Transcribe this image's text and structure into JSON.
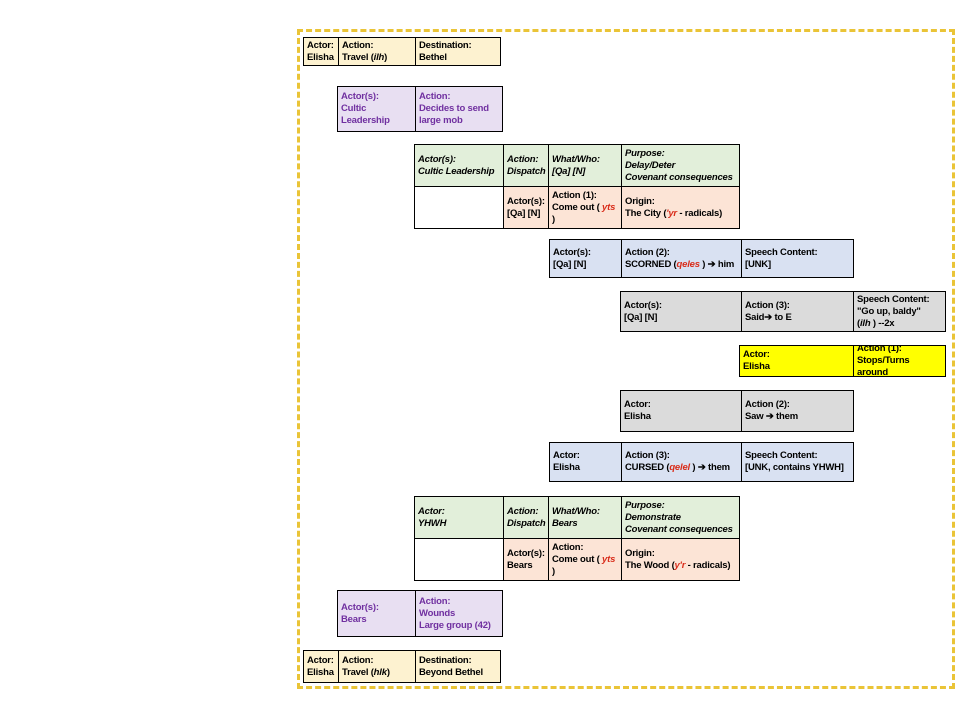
{
  "colors": {
    "cream": "#FDF2D0",
    "purple-fill": "#E8DFF2",
    "purple-text": "#7030A0",
    "green": "#E2EFDA",
    "pink": "#FCE4D6",
    "blue": "#D9E1F2",
    "gray": "#DBDBDB",
    "yellow": "#FFFF00",
    "red-lex": "#D92C1A",
    "frame-dash": "#EAC437"
  },
  "cards": {
    "travel_bethel": {
      "rows": [
        {
          "cells": [
            {
              "label": "Actor:",
              "value": "Elisha"
            },
            {
              "label": "Action:",
              "pre": "Travel (",
              "lex": "ilh",
              "post": ")"
            },
            {
              "label": "Destination:",
              "value": "Bethel"
            }
          ]
        }
      ]
    },
    "mob_decision": {
      "rows": [
        {
          "cells": [
            {
              "label": "Actor(s):",
              "value": "Cultic Leadership"
            },
            {
              "label": "Action:",
              "value": "Decides to send\nlarge mob"
            }
          ]
        }
      ]
    },
    "dispatch_mob": {
      "rows": [
        {
          "cells": [
            {
              "label": "Actor(s):",
              "value": "Cultic Leadership"
            },
            {
              "label": "Action:",
              "value": "Dispatch"
            },
            {
              "label": "What/Who:",
              "value": "[Qa] [N]"
            },
            {
              "label": "Purpose:",
              "value": "Delay/Deter\nCovenant consequences"
            }
          ]
        },
        {
          "cells": [
            {},
            {
              "label": "Actor(s):",
              "value": "[Qa] [N]"
            },
            {
              "label": "Action (1):",
              "pre": "Come out ( ",
              "lex": "yts",
              "post": " )"
            },
            {
              "label": "Origin:",
              "pre": "The City (",
              "lex": "'yr",
              "post": " - radicals)"
            }
          ]
        }
      ]
    },
    "mob_scorned": {
      "rows": [
        {
          "cells": [
            {
              "label": "Actor(s):",
              "value": "[Qa] [N]"
            },
            {
              "label": "Action (2):",
              "pre": "SCORNED (",
              "lex": "qeles",
              "post": " ) ➔ him"
            },
            {
              "label": "Speech Content:",
              "value": "[UNK]"
            }
          ]
        }
      ]
    },
    "mob_said": {
      "rows": [
        {
          "cells": [
            {
              "label": "Actor(s):",
              "value": "[Qa] [N]"
            },
            {
              "label": "Action (3):",
              "value": "Said➔ to E"
            },
            {
              "label": "Speech Content:",
              "pre": "\"Go up, baldy\"\n(",
              "lex": "ilh",
              "post": " ) --2x"
            }
          ]
        }
      ]
    },
    "elisha_stops": {
      "rows": [
        {
          "cells": [
            {
              "label": "Actor:",
              "value": "Elisha"
            },
            {
              "label": "Action (1):",
              "value": "Stops/Turns around"
            }
          ]
        }
      ]
    },
    "elisha_saw": {
      "rows": [
        {
          "cells": [
            {
              "label": "Actor:",
              "value": "Elisha"
            },
            {
              "label": "Action (2):",
              "value": "Saw ➔ them"
            }
          ]
        }
      ]
    },
    "elisha_cursed": {
      "rows": [
        {
          "cells": [
            {
              "label": "Actor:",
              "value": "Elisha"
            },
            {
              "label": "Action (3):",
              "pre": "CURSED (",
              "lex": "qelel",
              "post": " ) ➔ them"
            },
            {
              "label": "Speech Content:",
              "value": "[UNK, contains YHWH]"
            }
          ]
        }
      ]
    },
    "dispatch_bears": {
      "rows": [
        {
          "cells": [
            {
              "label": "Actor:",
              "value": "YHWH"
            },
            {
              "label": "Action:",
              "value": "Dispatch"
            },
            {
              "label": "What/Who:",
              "value": "Bears"
            },
            {
              "label": "Purpose:",
              "value": "Demonstrate\nCovenant consequences"
            }
          ]
        },
        {
          "cells": [
            {},
            {
              "label": "Actor(s):",
              "value": "Bears"
            },
            {
              "label": "Action:",
              "pre": "Come out ( ",
              "lex": "yts",
              "post": " )"
            },
            {
              "label": "Origin:",
              "pre": "The Wood (",
              "lex": "y'r",
              "post": " - radicals)"
            }
          ]
        }
      ]
    },
    "bears_wound": {
      "rows": [
        {
          "cells": [
            {
              "label": "Actor(s):",
              "value": "Bears"
            },
            {
              "label": "Action:",
              "value": "Wounds\nLarge group (42)"
            }
          ]
        }
      ]
    },
    "travel_beyond": {
      "rows": [
        {
          "cells": [
            {
              "label": "Actor:",
              "value": "Elisha"
            },
            {
              "label": "Action:",
              "pre": "Travel (",
              "lex": "hlk",
              "post": ")"
            },
            {
              "label": "Destination:",
              "value": "Beyond Bethel"
            }
          ]
        }
      ]
    }
  }
}
